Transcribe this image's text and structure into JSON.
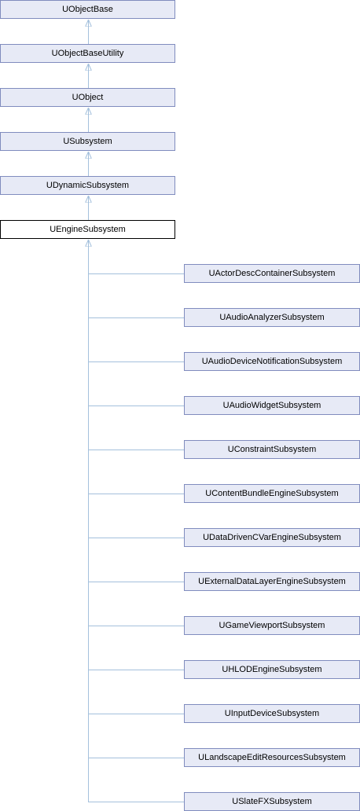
{
  "ancestors": [
    "UObjectBase",
    "UObjectBaseUtility",
    "UObject",
    "USubsystem",
    "UDynamicSubsystem"
  ],
  "current_class": "UEngineSubsystem",
  "derived_classes": [
    "UActorDescContainerSubsystem",
    "UAudioAnalyzerSubsystem",
    "UAudioDeviceNotificationSubsystem",
    "UAudioWidgetSubsystem",
    "UConstraintSubsystem",
    "UContentBundleEngineSubsystem",
    "UDataDrivenCVarEngineSubsystem",
    "UExternalDataLayerEngineSubsystem",
    "UGameViewportSubsystem",
    "UHLODEngineSubsystem",
    "UInputDeviceSubsystem",
    "ULandscapeEditResourcesSubsystem",
    "USlateFXSubsystem"
  ],
  "colors": {
    "node_fill": "#e7eaf6",
    "node_border": "#808cbe",
    "current_border": "#000000",
    "edge": "#a4c0dc"
  }
}
